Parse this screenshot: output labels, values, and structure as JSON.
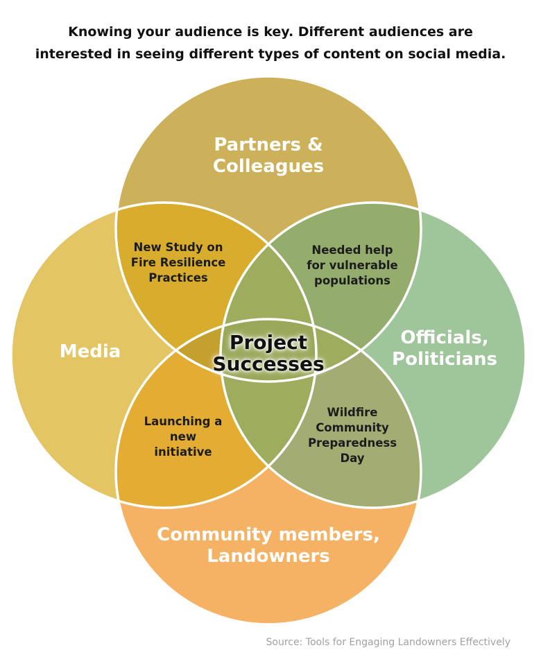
{
  "title_lines": [
    "Knowing your audience is key. Different audiences are",
    "interested in seeing different types of content on social media."
  ],
  "circles": {
    "top": {
      "lines": [
        "Partners &",
        "Colleagues"
      ],
      "color": "#cdb05a"
    },
    "left": {
      "lines": [
        "Media"
      ],
      "color": "#e3c564"
    },
    "right": {
      "lines": [
        "Officials,",
        "Politicians"
      ],
      "color": "#9fc59a"
    },
    "bottom": {
      "lines": [
        "Community members,",
        "Landowners"
      ],
      "color": "#f5b264"
    }
  },
  "overlaps": {
    "top_left": {
      "lines": [
        "New Study on",
        "Fire Resilience",
        "Practices"
      ],
      "color": "#d8ad2e"
    },
    "top_right": {
      "lines": [
        "Needed help",
        "for vulnerable",
        "populations"
      ],
      "color": "#94ad6c"
    },
    "bottom_left": {
      "lines": [
        "Launching a",
        "new",
        "initiative"
      ],
      "color": "#e2ad32"
    },
    "bottom_right": {
      "lines": [
        "Wildfire",
        "Community",
        "Preparedness",
        "Day"
      ],
      "color": "#a3ac72"
    },
    "left_right_upper": {
      "color": "#9ead5d"
    },
    "left_right_lower": {
      "color": "#9ead5d"
    },
    "center_top": {
      "color": "#c4a02e"
    },
    "center_bottom": {
      "color": "#c4a02e"
    },
    "center": {
      "lines": [
        "Project",
        "Successes"
      ],
      "color": "#9aa85a"
    }
  },
  "outline_color": "#ffffff",
  "source": "Source:  Tools for Engaging Landowners Effectively"
}
